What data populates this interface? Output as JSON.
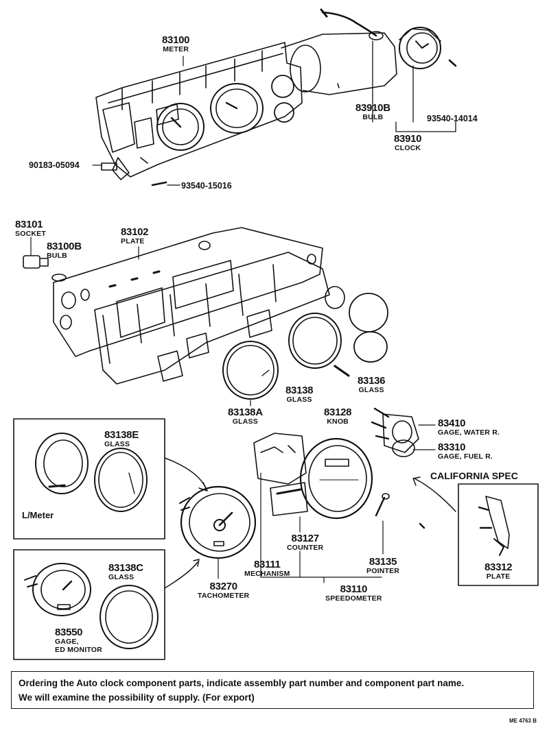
{
  "parts": {
    "p83100": {
      "number": "83100",
      "name": "METER"
    },
    "p83910B": {
      "number": "83910B",
      "name": "BULB"
    },
    "p83910": {
      "number": "83910",
      "name": "CLOCK"
    },
    "p93540_14014": {
      "number": "93540-14014"
    },
    "p90183_05094": {
      "number": "90183-05094"
    },
    "p93540_15016": {
      "number": "93540-15016"
    },
    "p83101": {
      "number": "83101",
      "name": "SOCKET"
    },
    "p83100B": {
      "number": "83100B",
      "name": "BULB"
    },
    "p83102": {
      "number": "83102",
      "name": "PLATE"
    },
    "p83138": {
      "number": "83138",
      "name": "GLASS"
    },
    "p83136": {
      "number": "83136",
      "name": "GLASS"
    },
    "p83138A": {
      "number": "83138A",
      "name": "GLASS"
    },
    "p83128": {
      "number": "83128",
      "name": "KNOB"
    },
    "p83410": {
      "number": "83410",
      "name": "GAGE, WATER R."
    },
    "p83310": {
      "number": "83310",
      "name": "GAGE, FUEL R."
    },
    "p83138E": {
      "number": "83138E",
      "name": "GLASS"
    },
    "p83138C": {
      "number": "83138C",
      "name": "GLASS"
    },
    "p83550": {
      "number": "83550",
      "name1": "GAGE,",
      "name2": "ED MONITOR"
    },
    "p83270": {
      "number": "83270",
      "name": "TACHOMETER"
    },
    "p83111": {
      "number": "83111",
      "name": "MECHANISM"
    },
    "p83127": {
      "number": "83127",
      "name": "COUNTER"
    },
    "p83135": {
      "number": "83135",
      "name": "POINTER"
    },
    "p83110": {
      "number": "83110",
      "name": "SPEEDOMETER"
    },
    "p83312": {
      "number": "83312",
      "name": "PLATE"
    }
  },
  "insets": {
    "lmeter_label": "L/Meter",
    "california_label": "CALIFORNIA SPEC"
  },
  "notice": {
    "line1": "Ordering the Auto clock component parts, indicate assembly part number and component part name.",
    "line2": "We will examine the possibility of supply. (For export)"
  },
  "doc_ref": "ME 4763 B"
}
